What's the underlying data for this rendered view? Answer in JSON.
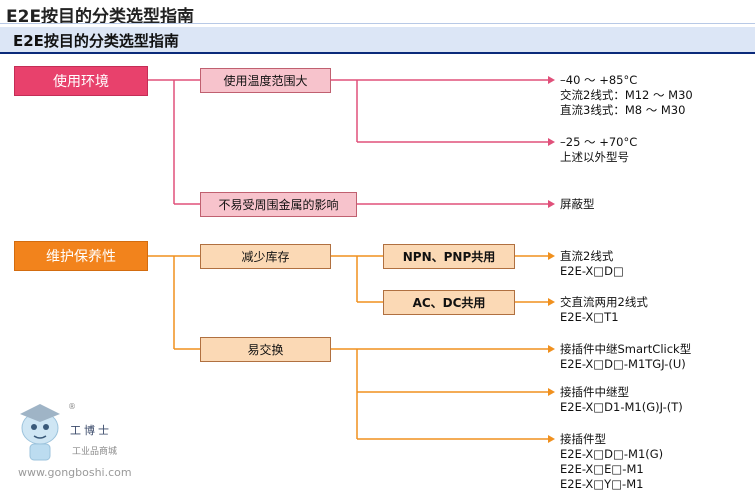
{
  "header": {
    "title_outer": "E2E按目的分类选型指南",
    "title_inner": "E2E按目的分类选型指南"
  },
  "categories": {
    "env": "使用环境",
    "maint": "维护保养性"
  },
  "subs": {
    "temp": "使用温度范围大",
    "metal": "不易受周围金属的影响",
    "stock": "减少库存",
    "npn": "NPN、PNP共用",
    "acdc": "AC、DC共用",
    "swap": "易交换"
  },
  "results": {
    "r1": [
      "–40 ～ +85°C",
      "交流2线式：M12 ～ M30",
      "直流3线式：M8 ～ M30"
    ],
    "r2": [
      "–25 ～ +70°C",
      "上述以外型号"
    ],
    "r3": [
      "屏蔽型"
    ],
    "r4": [
      "直流2线式",
      "E2E-X□D□"
    ],
    "r5": [
      "交直流两用2线式",
      "E2E-X□T1"
    ],
    "r6": [
      "接插件中继SmartClick型",
      "E2E-X□D□-M1TGJ-(U)"
    ],
    "r7": [
      "接插件中继型",
      "E2E-X□D1-M1(G)J-(T)"
    ],
    "r8": [
      "接插件型",
      "E2E-X□D□-M1(G)",
      "E2E-X□E□-M1",
      "E2E-X□Y□-M1"
    ]
  },
  "logo": {
    "brand": "工博士",
    "sub": "工业品商城",
    "url": "www.gongboshi.com",
    "reg": "®"
  },
  "colors": {
    "pink_line": "#e0507a",
    "orange_line": "#f0901e",
    "env_fill": "#e8416c",
    "maint_fill": "#f2831c"
  }
}
